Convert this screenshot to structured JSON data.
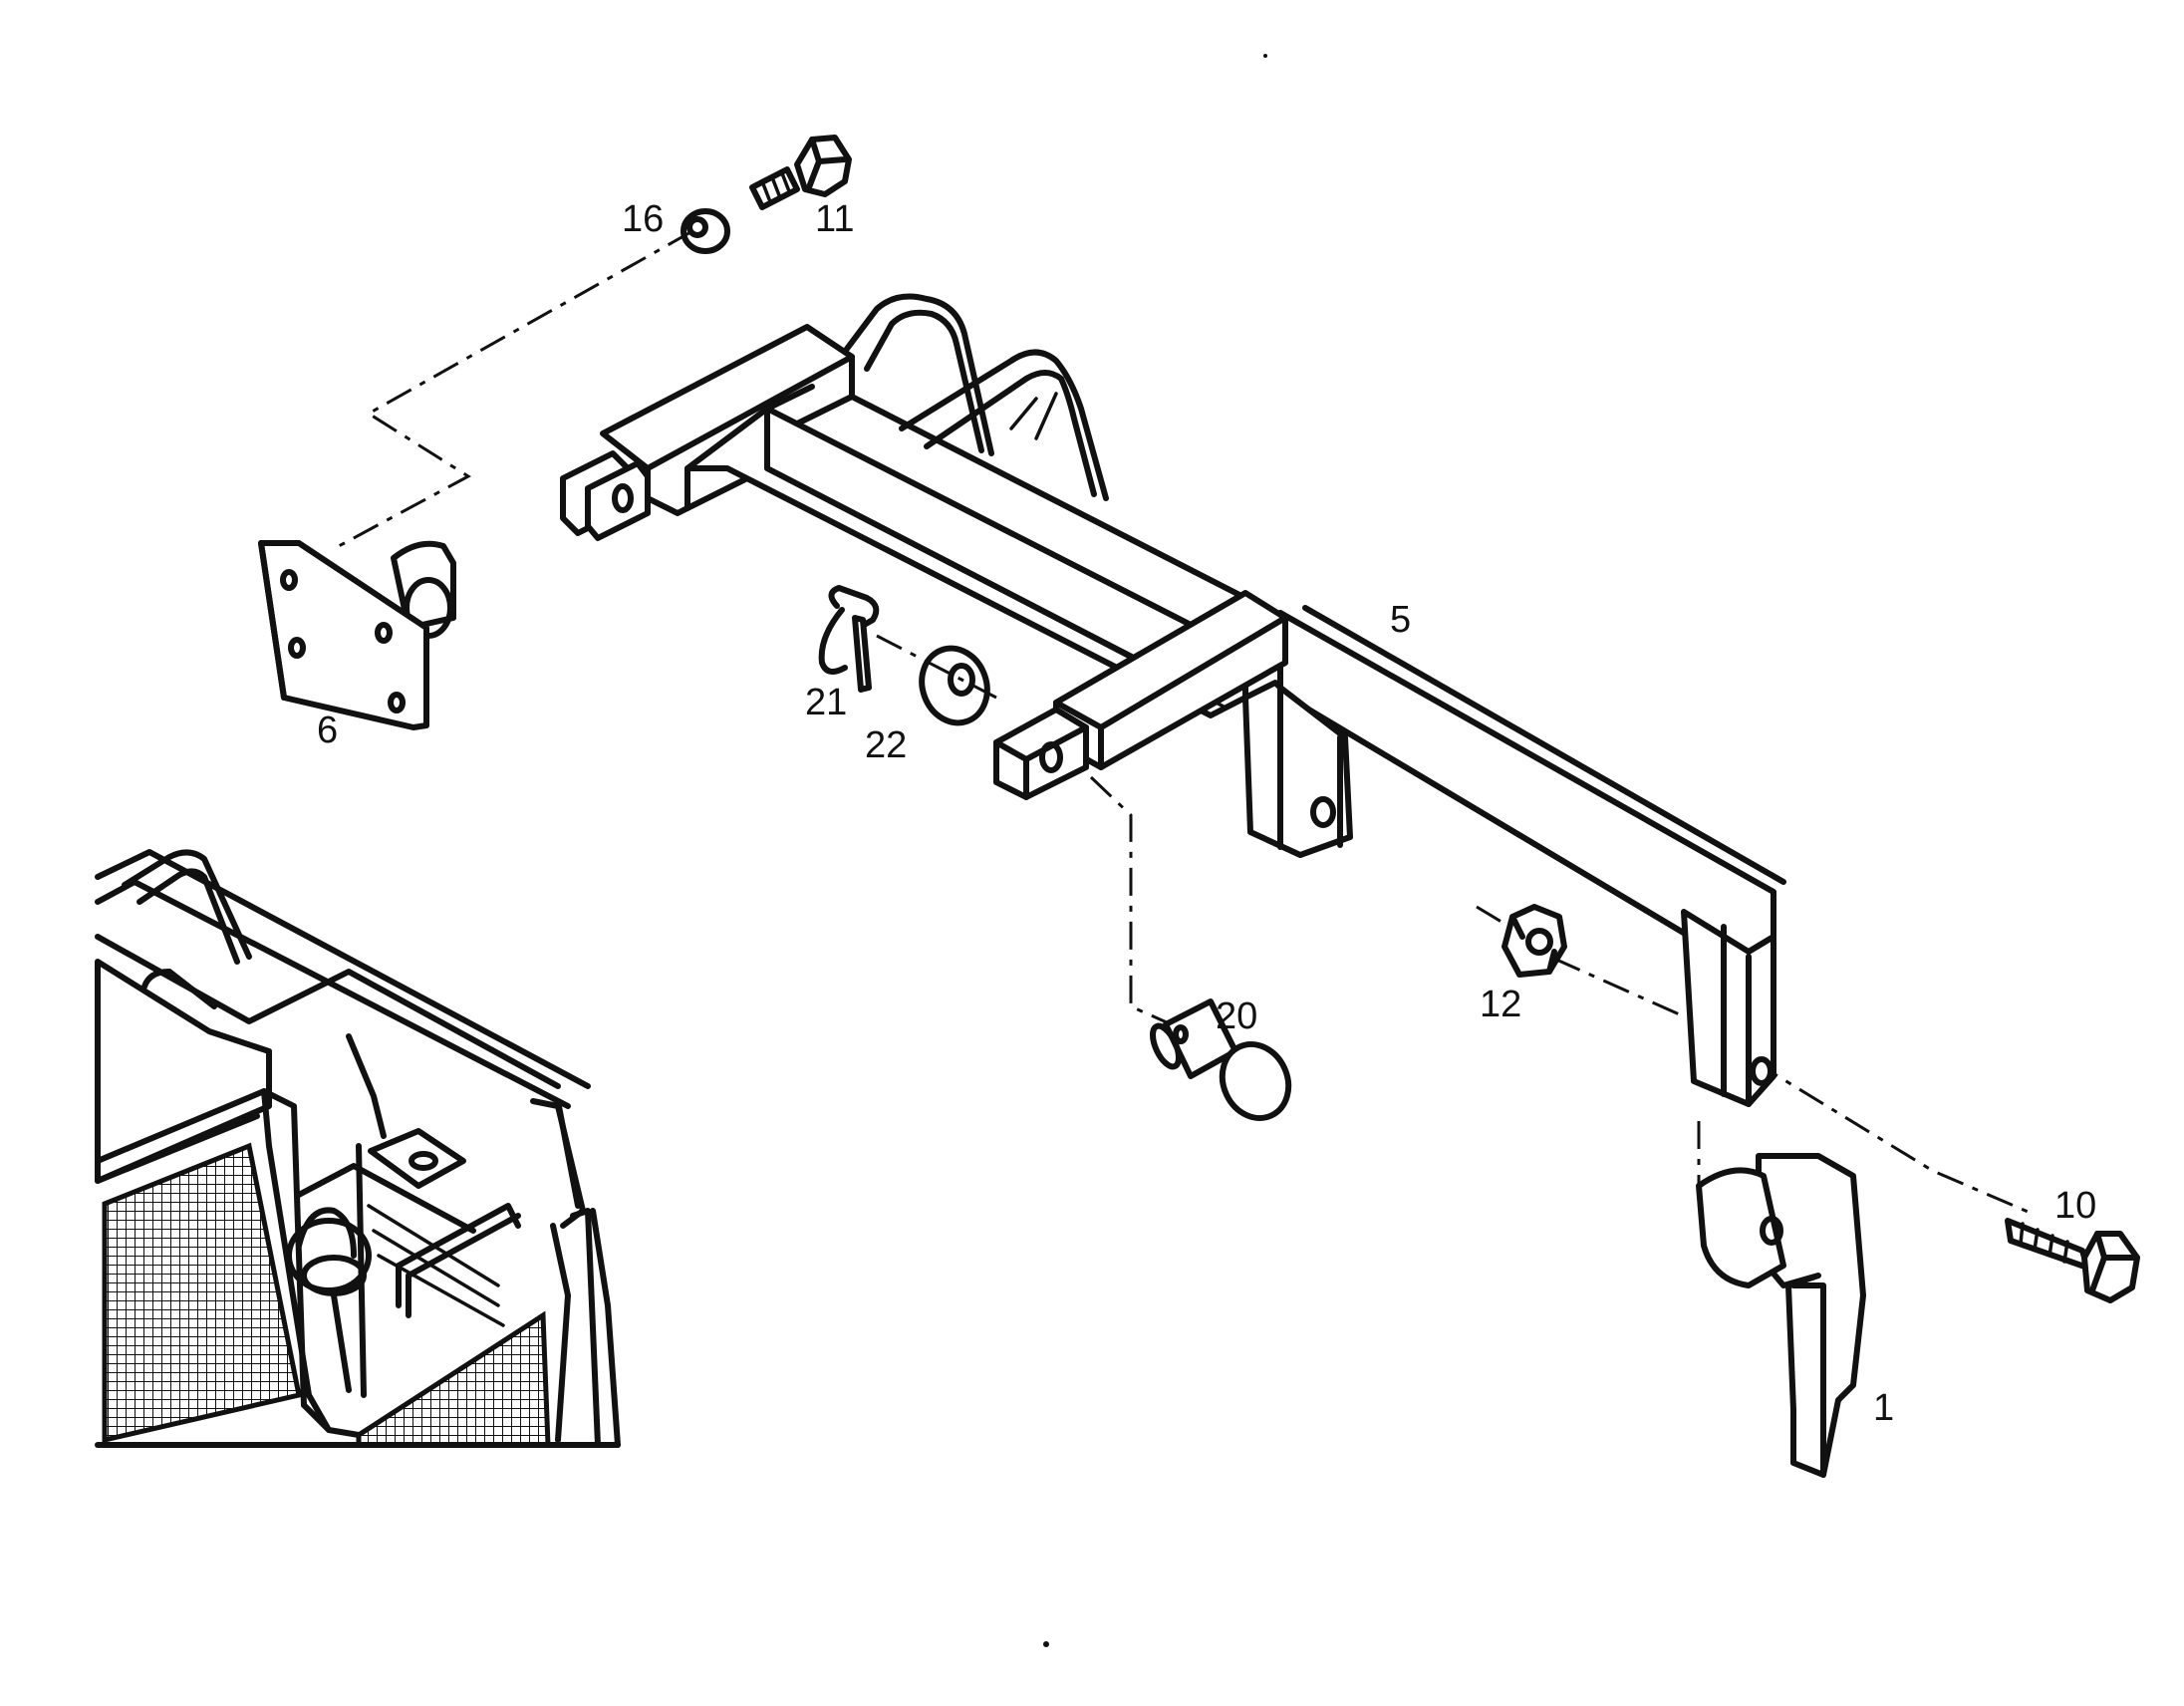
{
  "callouts": {
    "c16": "16",
    "c11": "11",
    "c5": "5",
    "c6": "6",
    "c21": "21",
    "c22": "22",
    "c20": "20",
    "c12": "12",
    "c10": "10",
    "c1": "1"
  },
  "colors": {
    "line": "#111111",
    "paper": "#ffffff"
  }
}
